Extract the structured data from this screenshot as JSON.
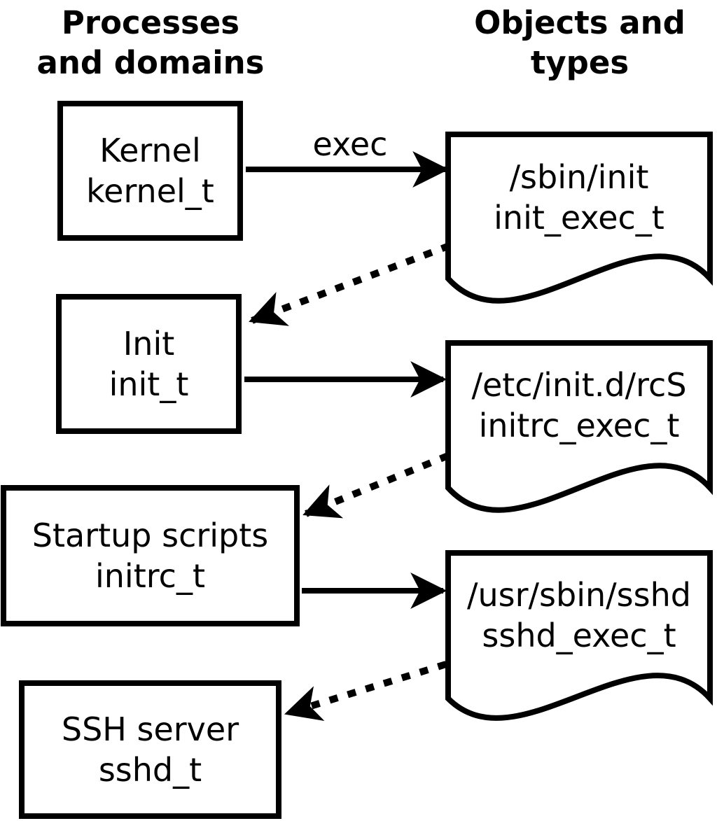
{
  "headers": {
    "left": {
      "line1": "Processes",
      "line2": "and domains"
    },
    "right": {
      "line1": "Objects and",
      "line2": "types"
    }
  },
  "processes": [
    {
      "name": "Kernel",
      "type": "kernel_t"
    },
    {
      "name": "Init",
      "type": "init_t"
    },
    {
      "name": "Startup scripts",
      "type": "initrc_t"
    },
    {
      "name": "SSH server",
      "type": "sshd_t"
    }
  ],
  "objects": [
    {
      "path": "/sbin/init",
      "type": "init_exec_t"
    },
    {
      "path": "/etc/init.d/rcS",
      "type": "initrc_exec_t"
    },
    {
      "path": "/usr/sbin/sshd",
      "type": "sshd_exec_t"
    }
  ],
  "arrows": {
    "exec_label": "exec"
  },
  "edges": [
    {
      "from": "kernel_t",
      "to": "init_exec_t",
      "style": "solid",
      "label": "exec"
    },
    {
      "from": "init_exec_t",
      "to": "init_t",
      "style": "dotted",
      "label": ""
    },
    {
      "from": "init_t",
      "to": "initrc_exec_t",
      "style": "solid",
      "label": ""
    },
    {
      "from": "initrc_exec_t",
      "to": "initrc_t",
      "style": "dotted",
      "label": ""
    },
    {
      "from": "initrc_t",
      "to": "sshd_exec_t",
      "style": "solid",
      "label": ""
    },
    {
      "from": "sshd_exec_t",
      "to": "sshd_t",
      "style": "dotted",
      "label": ""
    }
  ],
  "colors": {
    "foreground": "#000000",
    "background": "#ffffff"
  }
}
